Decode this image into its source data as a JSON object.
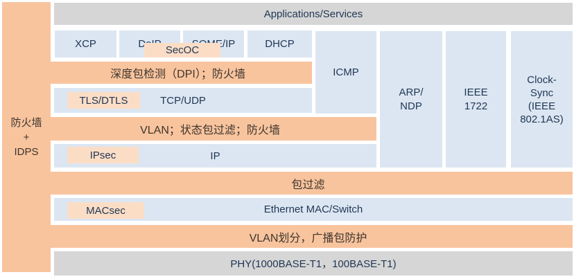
{
  "colors": {
    "orange": "#F8C49E",
    "peach": "#FBDDC6",
    "blue": "#DCE6F2",
    "gray": "#D6D6D6",
    "textLatin": "#1F3654",
    "textCn": "#3E352C"
  },
  "firewall_column": {
    "label": "防火墙\n+\nIDPS"
  },
  "layers": {
    "applications": "Applications/Services",
    "app_protocols": {
      "xcp": "XCP",
      "doip": "DoIP",
      "someip": "SOME/IP",
      "dhcp": "DHCP",
      "secoc": "SecOC"
    },
    "dpi_bar": "深度包检测（DPI）；防火墙",
    "transport": {
      "tls": "TLS/DTLS",
      "tcpudp": "TCP/UDP"
    },
    "vlan_filter_bar": "VLAN；状态包过滤；防火墙",
    "network": {
      "ipsec": "IPsec",
      "ip": "IP"
    },
    "side_columns": {
      "icmp": "ICMP",
      "arp_ndp": "ARP/\nNDP",
      "ieee1722": "IEEE\n1722",
      "clocksync": "Clock-\nSync\n(IEEE\n802.1AS)"
    },
    "packet_filter_bar": "包过滤",
    "mac": {
      "macsec": "MACsec",
      "ethernet": "Ethernet MAC/Switch"
    },
    "vlan_partition_bar": "VLAN划分，广播包防护",
    "phy": "PHY(1000BASE-T1，100BASE-T1)"
  }
}
